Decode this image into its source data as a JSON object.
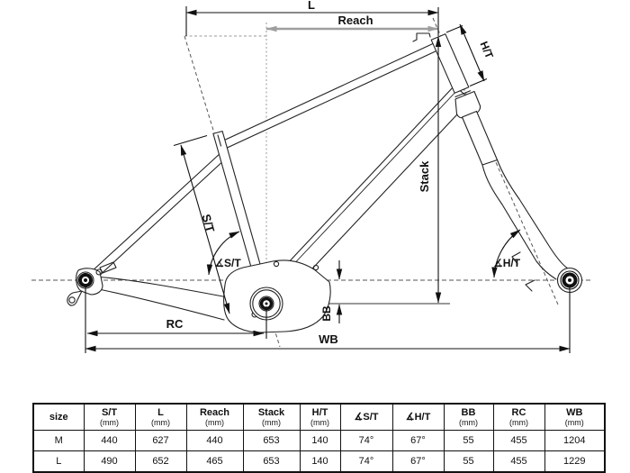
{
  "diagram": {
    "labels": {
      "l": "L",
      "reach": "Reach",
      "ht": "H/T",
      "stack": "Stack",
      "st": "S/T",
      "ang_st": "∡S/T",
      "ang_ht": "∡H/T",
      "bb": "BB",
      "rc": "RC",
      "wb": "WB"
    },
    "colors": {
      "line": "#111111",
      "reach_highlight": "#9e9e9e",
      "construction": "#555555"
    }
  },
  "table": {
    "columns": [
      {
        "label": "size",
        "sub": ""
      },
      {
        "label": "S/T",
        "sub": "(mm)"
      },
      {
        "label": "L",
        "sub": "(mm)"
      },
      {
        "label": "Reach",
        "sub": "(mm)"
      },
      {
        "label": "Stack",
        "sub": "(mm)"
      },
      {
        "label": "H/T",
        "sub": "(mm)"
      },
      {
        "label": "∡S/T",
        "sub": ""
      },
      {
        "label": "∡H/T",
        "sub": ""
      },
      {
        "label": "BB",
        "sub": "(mm)"
      },
      {
        "label": "RC",
        "sub": "(mm)"
      },
      {
        "label": "WB",
        "sub": "(mm)"
      }
    ],
    "rows": [
      {
        "size": "M",
        "values": [
          "440",
          "627",
          "440",
          "653",
          "140",
          "74°",
          "67°",
          "55",
          "455",
          "1204"
        ]
      },
      {
        "size": "L",
        "values": [
          "490",
          "652",
          "465",
          "653",
          "140",
          "74°",
          "67°",
          "55",
          "455",
          "1229"
        ]
      }
    ]
  }
}
